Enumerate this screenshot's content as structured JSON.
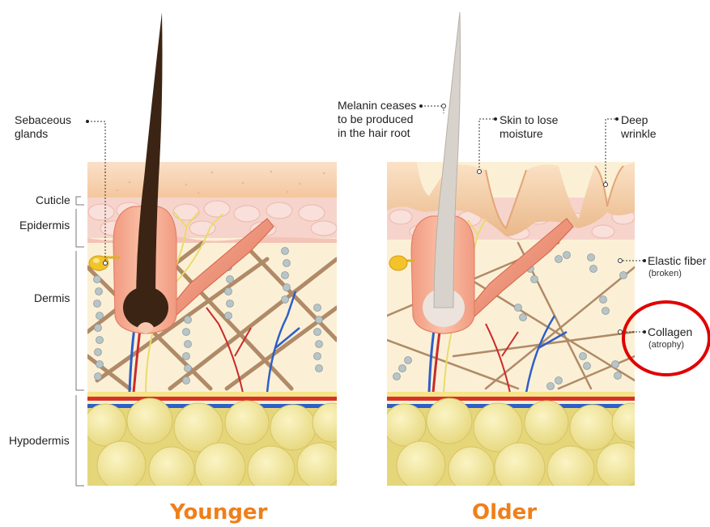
{
  "left_labels": {
    "sebaceous": "Sebaceous\nglands",
    "cuticle": "Cuticle",
    "epidermis": "Epidermis",
    "dermis": "Dermis",
    "hypodermis": "Hypodermis"
  },
  "older_labels": {
    "melanin": "Melanin ceases\nto be produced\nin the hair root",
    "moisture": "Skin to lose\nmoisture",
    "wrinkle": "Deep\nwrinkle",
    "elastic": "Elastic fiber",
    "elastic_note": "(broken)",
    "collagen": "Collagen",
    "collagen_note": "(atrophy)"
  },
  "captions": {
    "younger": "Younger",
    "older": "Older"
  },
  "colors": {
    "caption": "#f07f1a",
    "highlight_circle": "#e00000",
    "dark_hair": "#3b2414",
    "gray_hair": "#d8d2cc",
    "dermis": "#fbf0d6",
    "epidermis": "#f6d4cc",
    "cuticle": "#f8d3b4",
    "fat": "#e9dd8a",
    "collagen": "#a87f5c",
    "elastin": "#b8c4c6"
  },
  "icons": [
    "label-leader-dot",
    "highlight-circle"
  ]
}
